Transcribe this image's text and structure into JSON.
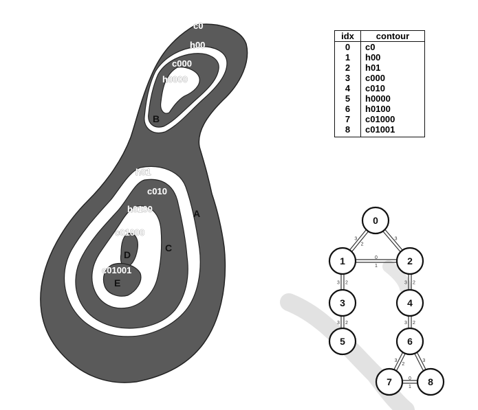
{
  "contour_labels": {
    "c0": "c0",
    "h00": "h00",
    "c000": "c000",
    "h0000": "h0000",
    "h01": "h01",
    "c010": "c010",
    "h0100": "h0100",
    "c01000": "c01000",
    "c01001": "c01001"
  },
  "region_labels": {
    "A": "A",
    "B": "B",
    "C": "C",
    "D": "D",
    "E": "E"
  },
  "table": {
    "headers": [
      "idx",
      "contour"
    ],
    "rows": [
      [
        "0",
        "c0"
      ],
      [
        "1",
        "h00"
      ],
      [
        "2",
        "h01"
      ],
      [
        "3",
        "c000"
      ],
      [
        "4",
        "c010"
      ],
      [
        "5",
        "h0000"
      ],
      [
        "6",
        "h0100"
      ],
      [
        "7",
        "c01000"
      ],
      [
        "8",
        "c01001"
      ]
    ]
  },
  "graph": {
    "nodes": [
      "0",
      "1",
      "2",
      "3",
      "4",
      "5",
      "6",
      "7",
      "8"
    ],
    "edges": [
      {
        "from": "0",
        "to": "1",
        "fwd": "2",
        "back": "3"
      },
      {
        "from": "0",
        "to": "2",
        "fwd": "3",
        "back": ""
      },
      {
        "from": "1",
        "to": "2",
        "fwd": "0",
        "back": "1"
      },
      {
        "from": "1",
        "to": "3",
        "fwd": "2",
        "back": "3"
      },
      {
        "from": "2",
        "to": "4",
        "fwd": "2",
        "back": "3"
      },
      {
        "from": "3",
        "to": "5",
        "fwd": "2",
        "back": "3"
      },
      {
        "from": "4",
        "to": "6",
        "fwd": "2",
        "back": "3"
      },
      {
        "from": "6",
        "to": "7",
        "fwd": "2",
        "back": "3"
      },
      {
        "from": "6",
        "to": "8",
        "fwd": "3",
        "back": ""
      },
      {
        "from": "7",
        "to": "8",
        "fwd": "0",
        "back": "1"
      }
    ]
  },
  "colors": {
    "dark": "#555555",
    "mid": "#8c8c8c",
    "white": "#ffffff",
    "ink": "#111111"
  }
}
